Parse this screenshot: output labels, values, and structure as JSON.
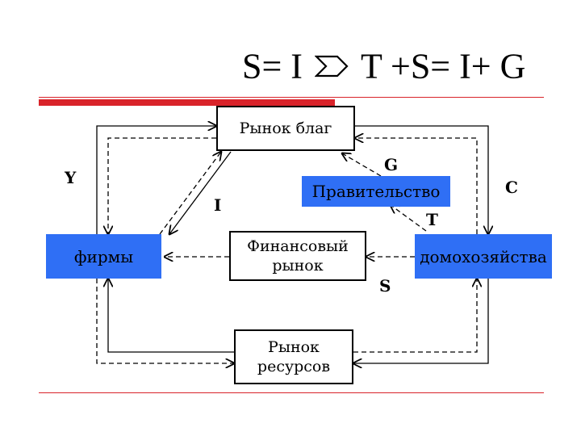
{
  "title": {
    "left": "S= I",
    "right": "T +S= I+ G",
    "arrow_icon": "sum-arrow-icon"
  },
  "nodes": {
    "goods_market": "Рынок благ",
    "government": "Правительство",
    "firms": "фирмы",
    "financial_market_line1": "Финансовый",
    "financial_market_line2": "рынок",
    "households": "домохозяйства",
    "resource_market_line1": "Рынок",
    "resource_market_line2": "ресурсов"
  },
  "labels": {
    "Y": "Y",
    "I": "I",
    "G": "G",
    "C": "C",
    "T": "T",
    "S": "S"
  },
  "colors": {
    "accent_red": "#d9232a",
    "node_blue": "#2f6ff5"
  }
}
